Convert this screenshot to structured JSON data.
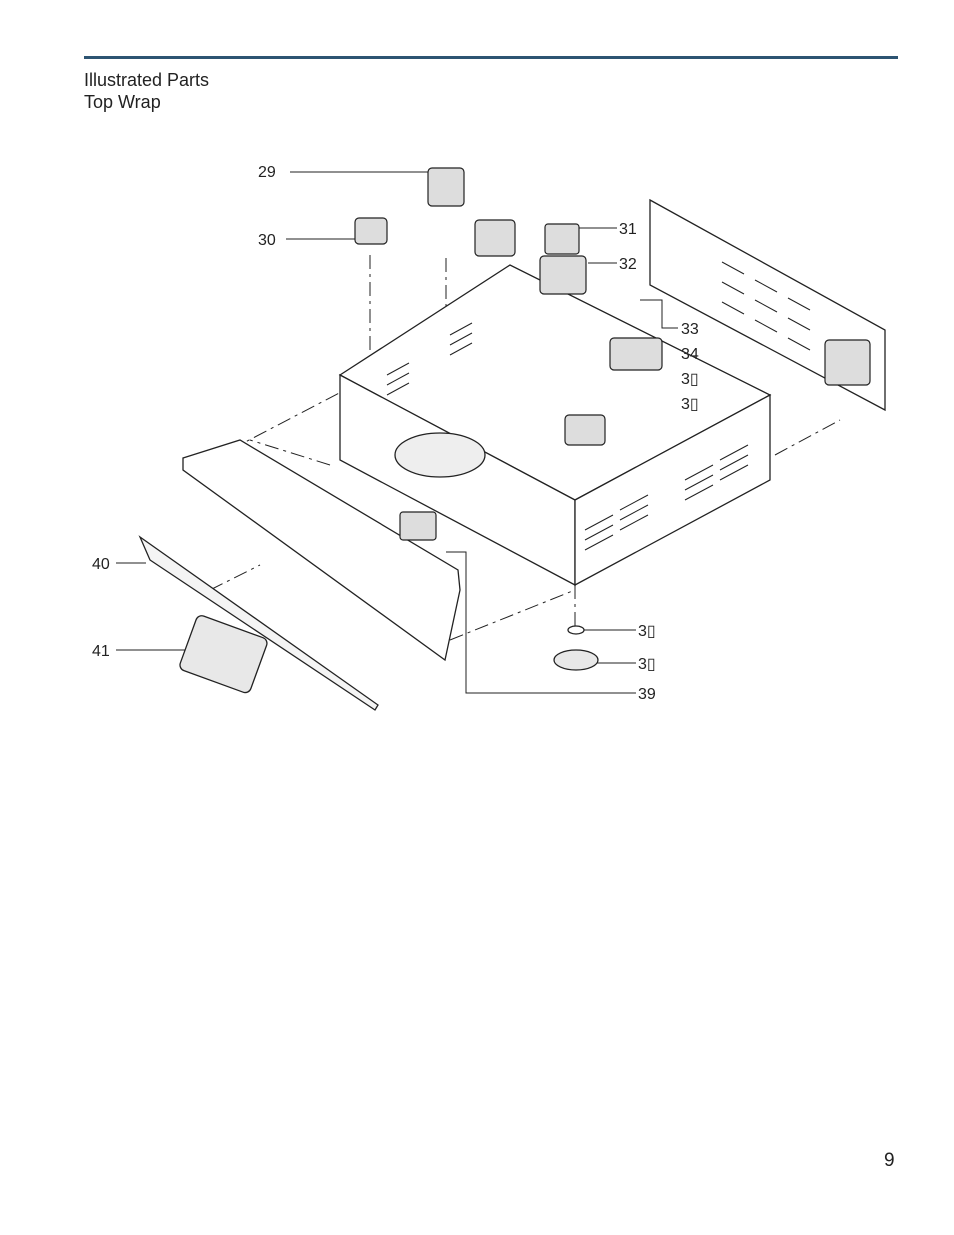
{
  "header": {
    "line1": "Illustrated Parts",
    "line2": "Top Wrap"
  },
  "callouts": {
    "c29": "29",
    "c30": "30",
    "c31": "31",
    "c32": "32",
    "c33": "33",
    "c34": "34",
    "c35": "3▯",
    "c36": "3▯",
    "c37": "3▯",
    "c38": "3▯",
    "c39": "39",
    "c40": "40",
    "c41": "41"
  },
  "page_number": "9",
  "colors": {
    "rule": "#2d5472",
    "ink": "#222222"
  }
}
